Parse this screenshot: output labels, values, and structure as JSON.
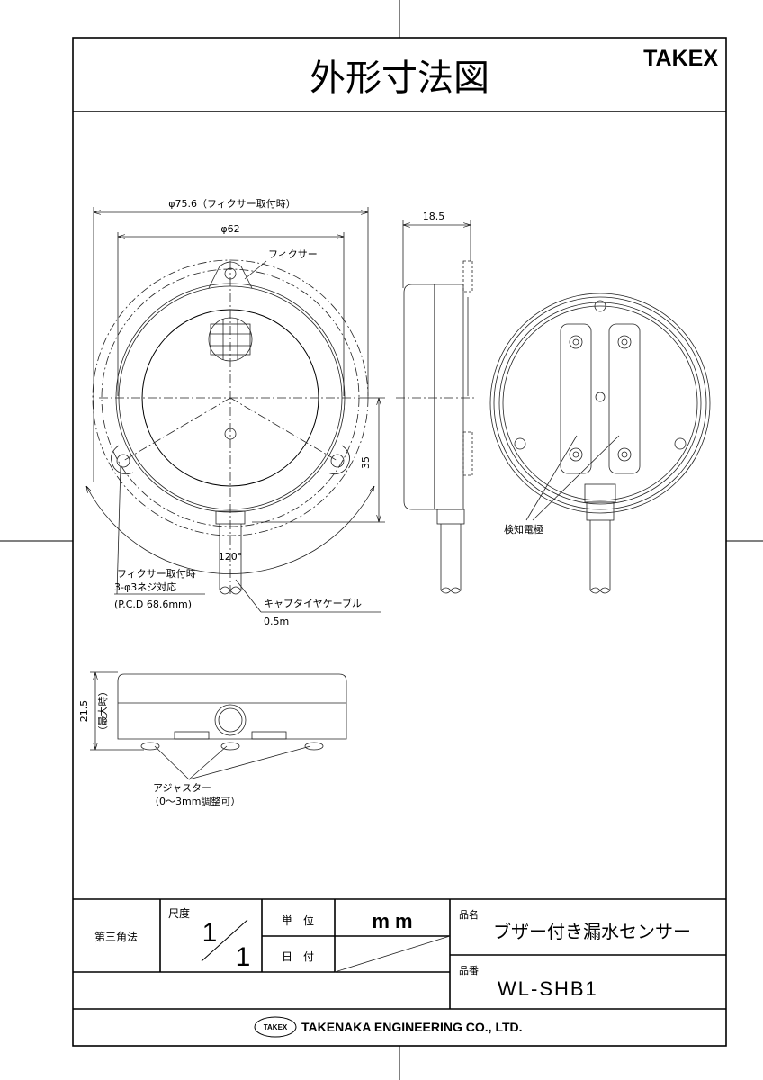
{
  "header": {
    "title": "外形寸法図",
    "brand": "TAKEX"
  },
  "front_view": {
    "dim_outer": "φ75.6（フィクサー取付時）",
    "dim_body": "φ62",
    "fixer_label": "フィクサー",
    "dim_height_35": "35",
    "angle": "120°",
    "mount_note_line1": "フィクサー取付時",
    "mount_note_line2": "3-φ3ネジ対応",
    "mount_note_line3": "(P.C.D 68.6mm)",
    "cable_label": "キャブタイヤケーブル",
    "cable_length": "0.5m"
  },
  "side_view": {
    "dim_depth": "18.5"
  },
  "rear_view": {
    "electrode_label": "検知電極"
  },
  "bottom_view": {
    "dim_height": "21.5",
    "dim_height_note": "（最大時）",
    "adjuster_label": "アジャスター",
    "adjuster_note": "（0〜3mm調整可）"
  },
  "title_block": {
    "projection": "第三角法",
    "scale_label": "尺度",
    "scale_num": "1",
    "scale_den": "1",
    "unit_label": "単　位",
    "unit_value": "m m",
    "date_label": "日　付",
    "date_value": "",
    "product_name_label": "品名",
    "product_name": "ブザー付き漏水センサー",
    "product_no_label": "品番",
    "product_no": "WL-SHB1",
    "company_logo": "TAKEX",
    "company": "TAKENAKA ENGINEERING CO., LTD."
  }
}
